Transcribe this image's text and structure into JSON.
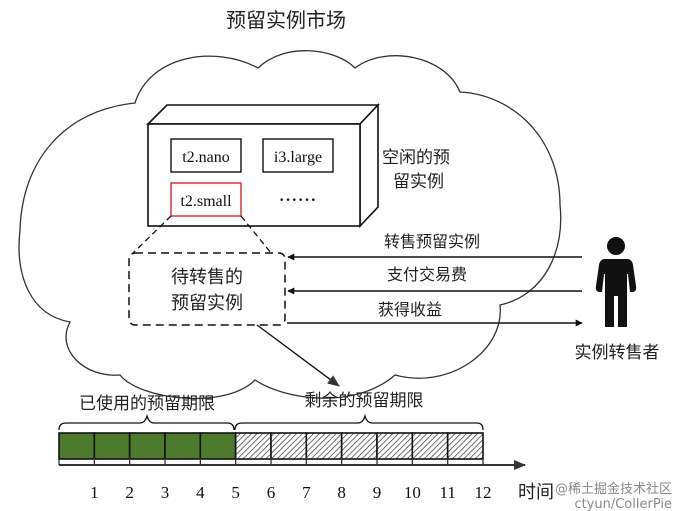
{
  "title": "预留实例市场",
  "pool": {
    "label_line1": "空闲的预",
    "label_line2": "留实例",
    "instances": [
      {
        "name": "t2.nano",
        "highlighted": false
      },
      {
        "name": "i3.large",
        "highlighted": false
      },
      {
        "name": "t2.small",
        "highlighted": true
      }
    ],
    "ellipsis": "······"
  },
  "pending": {
    "line1": "待转售的",
    "line2": "预留实例"
  },
  "flows": [
    {
      "label": "转售预留实例",
      "direction": "to-market"
    },
    {
      "label": "支付交易费",
      "direction": "to-market"
    },
    {
      "label": "获得收益",
      "direction": "to-seller"
    }
  ],
  "seller": {
    "label": "实例转售者",
    "icon": "person-icon"
  },
  "timeline": {
    "used_label": "已使用的预留期限",
    "remaining_label": "剩余的预留期限",
    "used_periods": 5,
    "total_periods": 12,
    "ticks": [
      "1",
      "2",
      "3",
      "4",
      "5",
      "6",
      "7",
      "8",
      "9",
      "10",
      "11",
      "12"
    ],
    "axis_label": "时间",
    "colors": {
      "used": "#4e7a2e",
      "remaining": "hatched"
    }
  },
  "highlight_color": "#d8262b",
  "watermark": {
    "line1": "@稀土掘金技术社区",
    "line2": "ctyun/CollerPie"
  }
}
